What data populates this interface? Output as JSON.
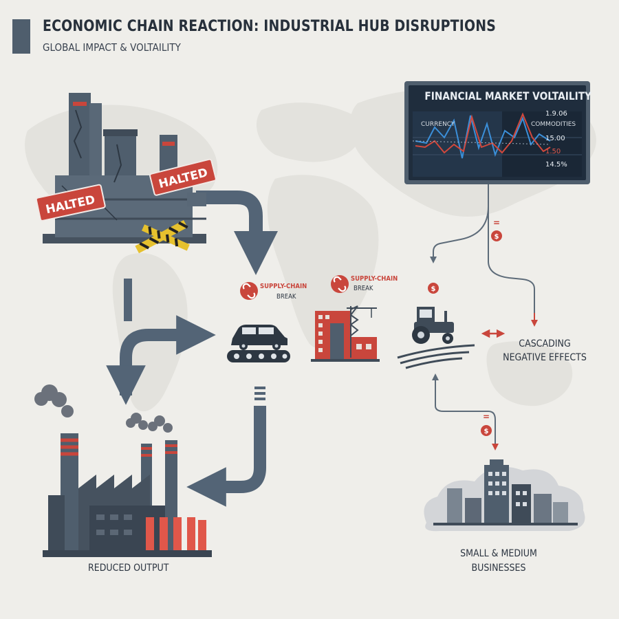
{
  "header": {
    "title": "ECONOMIC CHAIN REACTION: INDUSTRIAL HUB DISRUPTIONS",
    "subtitle": "GLOBAL IMPACT & VOLTAILITY"
  },
  "factory_top": {
    "sign_left": "HALTED",
    "sign_right": "HALTED"
  },
  "supply_breaks": [
    {
      "title": "SUPPLY-CHAIN",
      "sub": "BREAK"
    },
    {
      "title": "SUPPLY-CHAIN",
      "sub": "BREAK"
    }
  ],
  "market_panel": {
    "title": "FINANCIAL MARKET VOLTAILITY",
    "currency_label": "CURRENCY",
    "commodities_label": "COMMODITIES",
    "values": [
      "1.9.06",
      "15.00",
      "1.50",
      "14.5%"
    ]
  },
  "cascade_label": [
    "CASCADING",
    "NEGATIVE EFFECTS"
  ],
  "reduced_output_label": "REDUCED OUTPUT",
  "smb_label": [
    "SMALL & MEDIUM",
    "BUSINESSES"
  ],
  "connector_symbols": {
    "equals": "=",
    "dollar": "$"
  },
  "colors": {
    "background": "#efeeea",
    "slate": "#4f5e6d",
    "arrow": "#536476",
    "accent_red": "#c9463c",
    "panel": "#1f2d3d",
    "hazard_yellow": "#e6c12e"
  }
}
